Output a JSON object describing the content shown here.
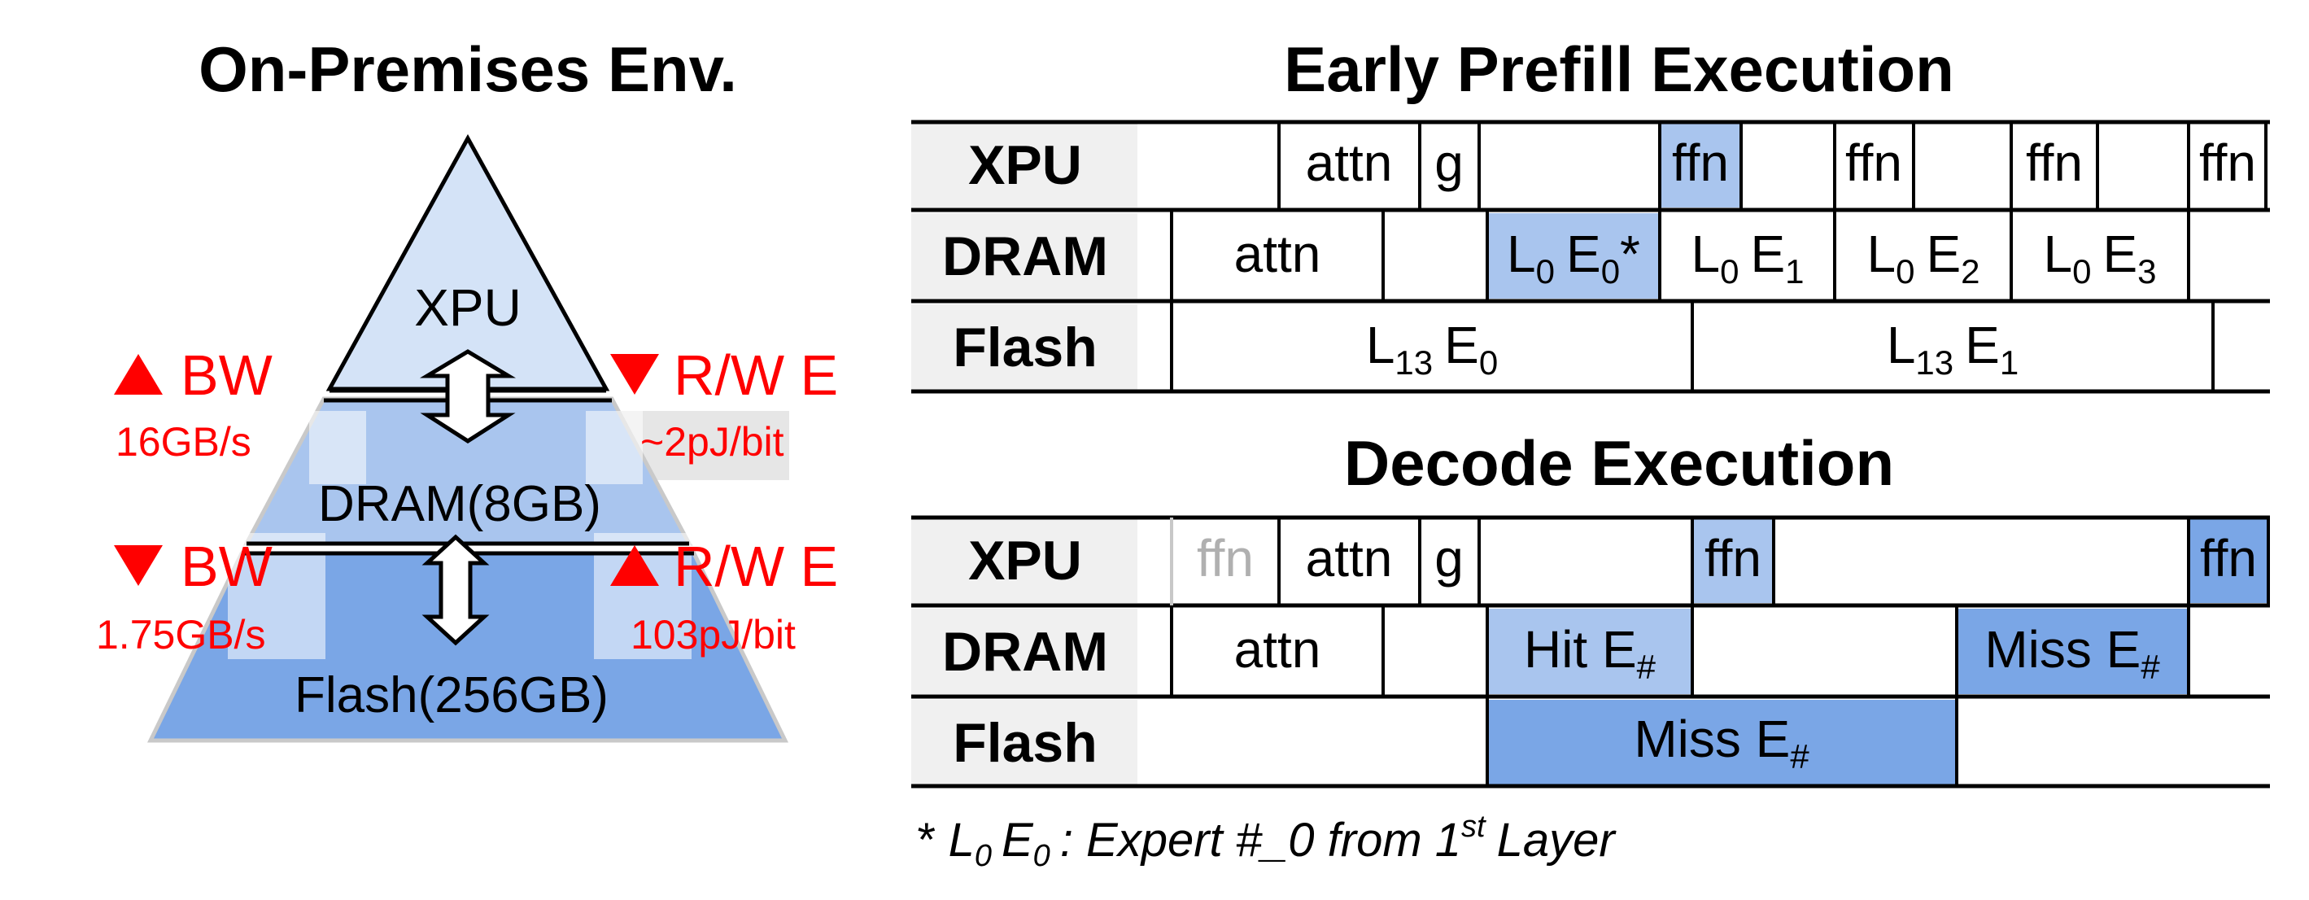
{
  "colors": {
    "tier_xpu": "#d4e3f7",
    "tier_dram": "#a9c5ee",
    "tier_flash": "#7aa6e6",
    "highlight_light": "#a9c5ee",
    "highlight_dark": "#7aa6e6",
    "row_label_bg": "#f0f0f0",
    "accent_red": "#ff0000",
    "faded_text": "#b0b0b0"
  },
  "left_panel": {
    "title": "On-Premises Env.",
    "tiers": {
      "xpu": "XPU",
      "dram": "DRAM(8GB)",
      "flash": "Flash(256GB)"
    },
    "upper_link": {
      "bw_label": "BW",
      "bw_value": "16GB/s",
      "rw_label": "R/W E",
      "rw_value": "~2pJ/bit"
    },
    "lower_link": {
      "bw_label": "BW",
      "bw_value": "1.75GB/s",
      "rw_label": "R/W E",
      "rw_value": "103pJ/bit"
    }
  },
  "prefill": {
    "title": "Early Prefill Execution",
    "rows": {
      "xpu": "XPU",
      "dram": "DRAM",
      "flash": "Flash"
    },
    "xpu_cells": {
      "attn": "attn",
      "g": "g",
      "ffn1": "ffn",
      "ffn2": "ffn",
      "ffn3": "ffn",
      "ffn4": "ffn"
    },
    "dram_cells": {
      "attn": "attn",
      "l": "L",
      "e": "E",
      "l_sub": "0",
      "c1_sub": "0",
      "c1_star": "*",
      "c2_sub": "1",
      "c3_sub": "2",
      "c4_sub": "3"
    },
    "flash_cells": {
      "l": "L",
      "e": "E",
      "l_sub": "13",
      "c1_sub": "0",
      "c2_sub": "1"
    }
  },
  "decode": {
    "title": "Decode Execution",
    "rows": {
      "xpu": "XPU",
      "dram": "DRAM",
      "flash": "Flash"
    },
    "xpu_cells": {
      "ffn_faded": "ffn",
      "attn": "attn",
      "g": "g",
      "ffn1": "ffn",
      "ffn2": "ffn"
    },
    "dram_cells": {
      "attn": "attn",
      "hit": "Hit E",
      "miss": "Miss E",
      "sub": "#"
    },
    "flash_cells": {
      "miss": "Miss E",
      "sub": "#"
    }
  },
  "footnote": {
    "star": "*",
    "l": "L",
    "l_sub": "0",
    "e": "E",
    "e_sub": "0",
    "text": ": Expert #_0 from 1",
    "sup": "st",
    "tail": "Layer"
  }
}
